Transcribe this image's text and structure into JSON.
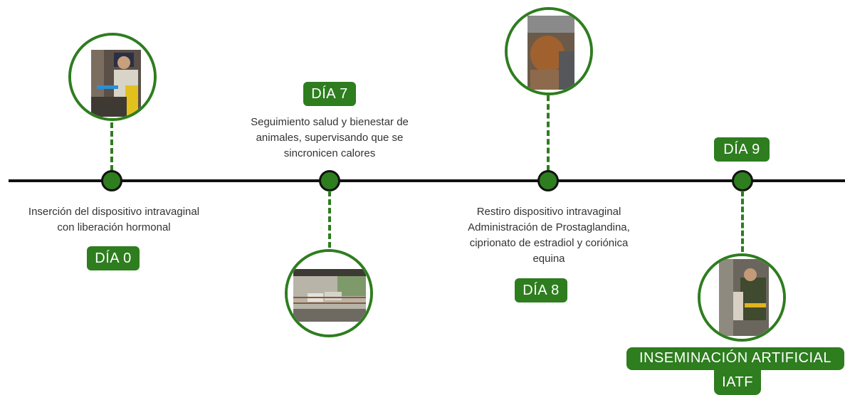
{
  "steps": [
    {
      "label": "DÍA 0",
      "description": [
        "Inserción del dispositivo intravaginal",
        "con liberación hormonal"
      ]
    },
    {
      "label": "DÍA 7",
      "description": [
        "Seguimiento salud y bienestar de",
        "animales, supervisando que se",
        "sincronicen calores"
      ]
    },
    {
      "label": "DÍA 8",
      "description": [
        "Restiro dispositivo intravaginal",
        "Administración de Prostaglandina,",
        "ciprionato de estradiol y coriónica",
        "equina"
      ]
    },
    {
      "label": "DÍA 9",
      "final_label": [
        "INSEMINACIÓN ARTIFICIAL",
        "IATF"
      ]
    }
  ],
  "colors": {
    "accent_green": "#2e7d1f",
    "line": "#111111",
    "text": "#333333"
  }
}
